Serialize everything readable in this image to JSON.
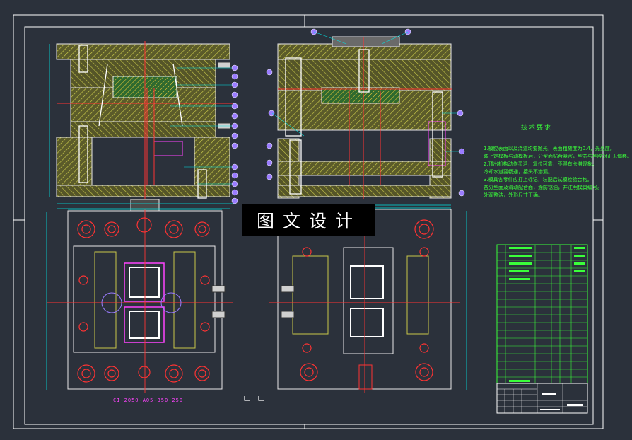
{
  "banner": {
    "text": "图文设计"
  },
  "tech_notes": {
    "title": "技术要求",
    "lines": [
      "1.模腔表面以及浇道均要抛光，表面粗糙度为0.4，光亮度。",
      "装上定模板与动模板后，分型面贴合紧密，型芯与型腔对正无偏移。",
      "2.顶出机构动作灵活，复位可靠，不得有卡滞现象。",
      "冷却水道要畅通，接头不渗漏。",
      "3.模具各零件应打上标记，装配后试模检验合格。",
      "各分型面及滑动配合面，涂防锈油，并注明模具编号。",
      "外观整洁，外形尺寸正确。"
    ]
  },
  "drawing_caption": "CI-2050-A05-350-250",
  "colors": {
    "background": "#2b313b",
    "frame": "#ffffff",
    "outline": "#e8e8e8",
    "hatch": "#c8c84a",
    "cut": "#ff3333",
    "callout": "#9a7cff",
    "dim": "#00e5e5",
    "table": "#3aff3a",
    "accent": "#ff44ff"
  }
}
